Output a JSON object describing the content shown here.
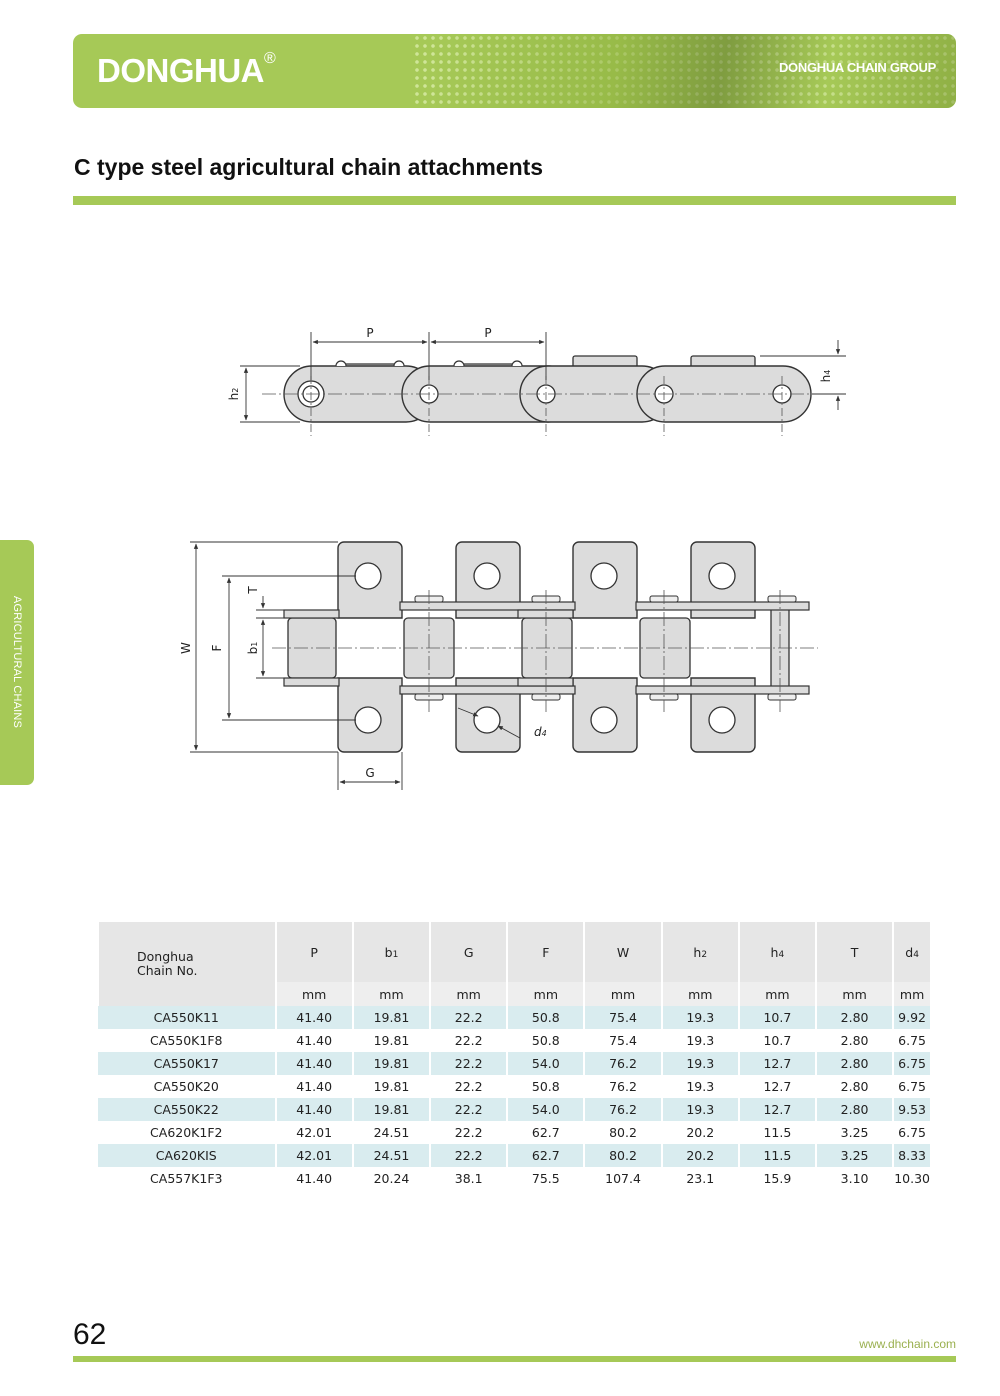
{
  "header": {
    "brand": "DONGHUA",
    "registered": "®",
    "group": "DONGHUA CHAIN GROUP"
  },
  "title": "C type steel agricultural chain attachments",
  "side_tab": "AGRICULTURAL CHAINS",
  "drawing": {
    "pitch_label": "P",
    "h2": "h2",
    "h4": "h4",
    "W": "W",
    "F": "F",
    "b1": "b1",
    "T": "T",
    "G": "G",
    "d4": "d4"
  },
  "table": {
    "chain_header_line1": "Donghua",
    "chain_header_line2": "Chain No.",
    "columns": [
      {
        "base": "P",
        "sub": ""
      },
      {
        "base": "b",
        "sub": "1"
      },
      {
        "base": "G",
        "sub": ""
      },
      {
        "base": "F",
        "sub": ""
      },
      {
        "base": "W",
        "sub": ""
      },
      {
        "base": "h",
        "sub": "2"
      },
      {
        "base": "h",
        "sub": "4"
      },
      {
        "base": "T",
        "sub": ""
      },
      {
        "base": "d",
        "sub": "4"
      }
    ],
    "unit": "mm",
    "rows": [
      [
        "CA550K11",
        "41.40",
        "19.81",
        "22.2",
        "50.8",
        "75.4",
        "19.3",
        "10.7",
        "2.80",
        "9.92"
      ],
      [
        "CA550K1F8",
        "41.40",
        "19.81",
        "22.2",
        "50.8",
        "75.4",
        "19.3",
        "10.7",
        "2.80",
        "6.75"
      ],
      [
        "CA550K17",
        "41.40",
        "19.81",
        "22.2",
        "54.0",
        "76.2",
        "19.3",
        "12.7",
        "2.80",
        "6.75"
      ],
      [
        "CA550K20",
        "41.40",
        "19.81",
        "22.2",
        "50.8",
        "76.2",
        "19.3",
        "12.7",
        "2.80",
        "6.75"
      ],
      [
        "CA550K22",
        "41.40",
        "19.81",
        "22.2",
        "54.0",
        "76.2",
        "19.3",
        "12.7",
        "2.80",
        "9.53"
      ],
      [
        "CA620K1F2",
        "42.01",
        "24.51",
        "22.2",
        "62.7",
        "80.2",
        "20.2",
        "11.5",
        "3.25",
        "6.75"
      ],
      [
        "CA620KIS",
        "42.01",
        "24.51",
        "22.2",
        "62.7",
        "80.2",
        "20.2",
        "11.5",
        "3.25",
        "8.33"
      ],
      [
        "CA557K1F3",
        "41.40",
        "20.24",
        "38.1",
        "75.5",
        "107.4",
        "23.1",
        "15.9",
        "3.10",
        "10.30"
      ]
    ]
  },
  "footer": {
    "page_number": "62",
    "url": "www.dhchain.com"
  }
}
